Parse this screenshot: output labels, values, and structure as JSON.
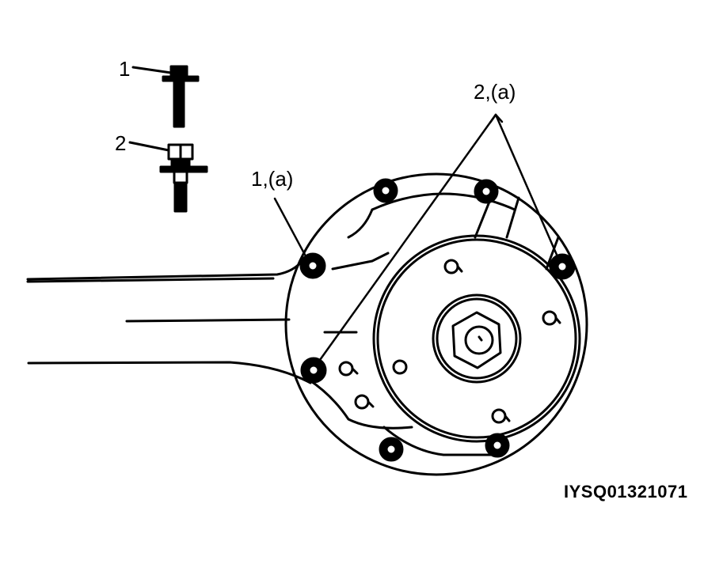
{
  "labels": {
    "bolt_1": "1",
    "bolt_2": "2",
    "callout_1a": "1,(a)",
    "callout_2a": "2,(a)"
  },
  "figure_code": "IYSQ01321071",
  "colors": {
    "ink": "#000000",
    "paper": "#ffffff"
  }
}
